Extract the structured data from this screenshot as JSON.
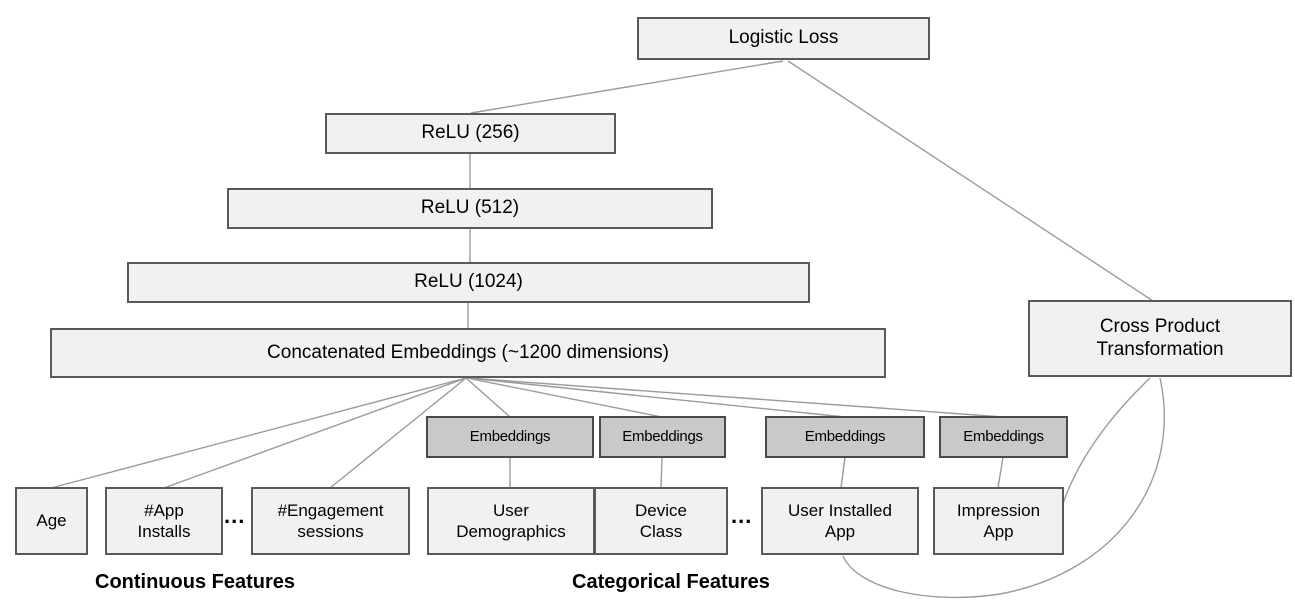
{
  "colors": {
    "box_fill_light": "#f1f1f1",
    "box_fill_gray": "#c9c9c9",
    "box_border_light": "#595959",
    "box_border_gray": "#4a4a4a",
    "connector_line": "#9b9b9b",
    "text": "#000000"
  },
  "nodes": {
    "logistic_loss": "Logistic Loss",
    "relu_256": "ReLU (256)",
    "relu_512": "ReLU (512)",
    "relu_1024": "ReLU (1024)",
    "concatenated_embeddings": "Concatenated Embeddings (~1200 dimensions)",
    "cross_product": "Cross Product\nTransformation",
    "embeddings_1": "Embeddings",
    "embeddings_2": "Embeddings",
    "embeddings_3": "Embeddings",
    "embeddings_4": "Embeddings",
    "age": "Age",
    "app_installs": "#App\nInstalls",
    "engagement_sessions": "#Engagement\nsessions",
    "user_demographics": "User\nDemographics",
    "device_class": "Device\nClass",
    "user_installed_app": "User Installed\nApp",
    "impression_app": "Impression\nApp"
  },
  "ellipsis": "...",
  "section_labels": {
    "continuous": "Continuous Features",
    "categorical": "Categorical Features"
  }
}
